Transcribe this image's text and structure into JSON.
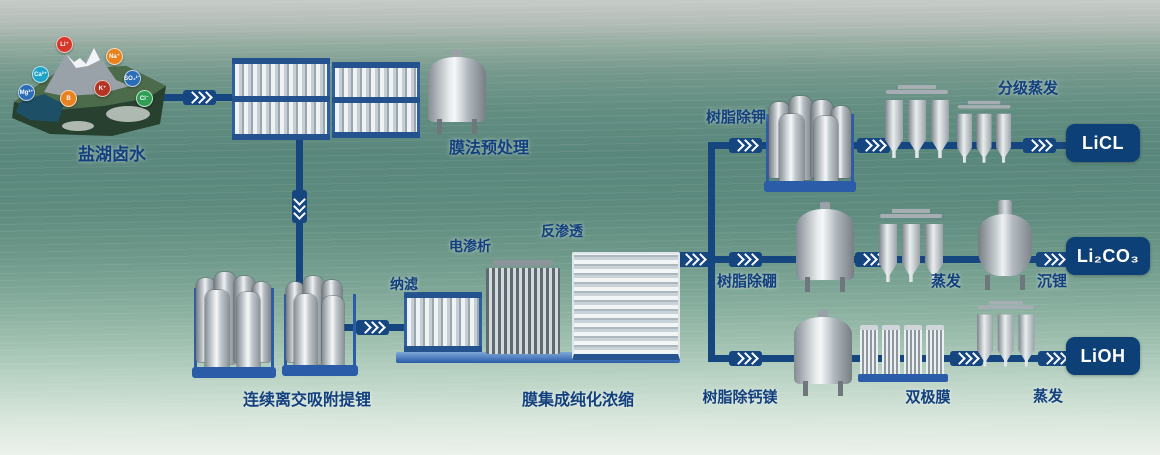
{
  "flow": {
    "source": "盐湖卤水",
    "pretreatment": "膜法预处理",
    "adsorption": "连续离交吸附提锂",
    "purification": "膜集成纯化浓缩",
    "nanofiltration": "纳滤",
    "electrodialysis": "电渗析",
    "reverse_osmosis": "反渗透",
    "resin_k": "树脂除钾",
    "staged_evaporation": "分级蒸发",
    "resin_b": "树脂除硼",
    "evaporation_mid": "蒸发",
    "li_precipitation": "沉锂",
    "resin_camg": "树脂除钙镁",
    "bipolar_membrane": "双极膜",
    "evaporation_bot": "蒸发",
    "product_licl": "LiCL",
    "product_li2co3": "Li₂CO₃",
    "product_lioh": "LiOH"
  },
  "ions": [
    {
      "label": "Li⁺",
      "color": "#d6392b"
    },
    {
      "label": "Na⁺",
      "color": "#e8821e"
    },
    {
      "label": "Ca²⁺",
      "color": "#1fa3c8"
    },
    {
      "label": "Mg²⁺",
      "color": "#2a6db6"
    },
    {
      "label": "B",
      "color": "#e8821e"
    },
    {
      "label": "K⁺",
      "color": "#b43524"
    },
    {
      "label": "SO₄²⁻",
      "color": "#2a6db6"
    },
    {
      "label": "Cl⁻",
      "color": "#2f9e55"
    }
  ],
  "colors": {
    "flow_line": "#16467f",
    "label_text": "#123f7d",
    "product_bg": "#0c4076",
    "product_text": "#ffffff",
    "equipment_frame": "#2a5ca8"
  }
}
